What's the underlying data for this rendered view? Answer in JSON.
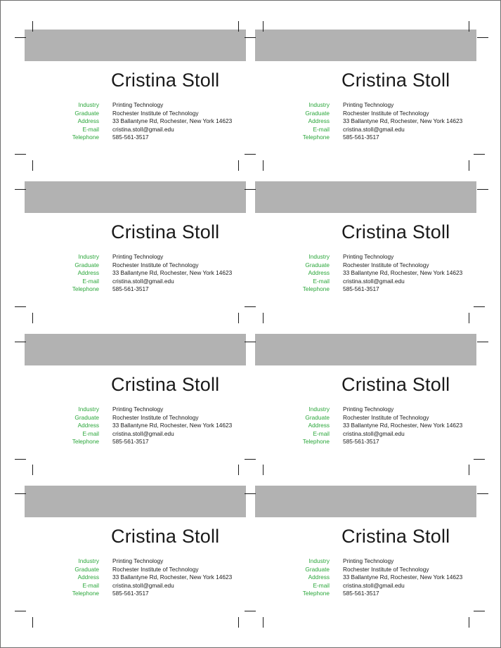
{
  "labels": {
    "industry": "Industry",
    "graduate": "Graduate",
    "address": "Address",
    "email": "E-mail",
    "telephone": "Telephone"
  },
  "cards": [
    {
      "name": "Cristina Stoll",
      "industry": "Printing Technology",
      "graduate": "Rochester Institute of Technology",
      "address": "33 Ballantyne Rd, Rochester, New York 14623",
      "email": "cristina.stoll@gmail.edu",
      "telephone": "585-561-3517"
    },
    {
      "name": "Cristina Stoll",
      "industry": "Printing Technology",
      "graduate": "Rochester Institute of Technology",
      "address": "33 Ballantyne Rd, Rochester, New York 14623",
      "email": "cristina.stoll@gmail.edu",
      "telephone": "585-561-3517"
    },
    {
      "name": "Cristina Stoll",
      "industry": "Printing Technology",
      "graduate": "Rochester Institute of Technology",
      "address": "33 Ballantyne Rd, Rochester, New York 14623",
      "email": "cristina.stoll@gmail.edu",
      "telephone": "585-561-3517"
    },
    {
      "name": "Cristina Stoll",
      "industry": "Printing Technology",
      "graduate": "Rochester Institute of Technology",
      "address": "33 Ballantyne Rd, Rochester, New York 14623",
      "email": "cristina.stoll@gmail.edu",
      "telephone": "585-561-3517"
    },
    {
      "name": "Cristina Stoll",
      "industry": "Printing Technology",
      "graduate": "Rochester Institute of Technology",
      "address": "33 Ballantyne Rd, Rochester, New York 14623",
      "email": "cristina.stoll@gmail.edu",
      "telephone": "585-561-3517"
    },
    {
      "name": "Cristina Stoll",
      "industry": "Printing Technology",
      "graduate": "Rochester Institute of Technology",
      "address": "33 Ballantyne Rd, Rochester, New York 14623",
      "email": "cristina.stoll@gmail.edu",
      "telephone": "585-561-3517"
    },
    {
      "name": "Cristina Stoll",
      "industry": "Printing Technology",
      "graduate": "Rochester Institute of Technology",
      "address": "33 Ballantyne Rd, Rochester, New York 14623",
      "email": "cristina.stoll@gmail.edu",
      "telephone": "585-561-3517"
    },
    {
      "name": "Cristina Stoll",
      "industry": "Printing Technology",
      "graduate": "Rochester Institute of Technology",
      "address": "33 Ballantyne Rd, Rochester, New York 14623",
      "email": "cristina.stoll@gmail.edu",
      "telephone": "585-561-3517"
    }
  ],
  "colors": {
    "label_green": "#2aa63a",
    "band_gray": "#b2b2b2",
    "text": "#1a1a1a"
  }
}
